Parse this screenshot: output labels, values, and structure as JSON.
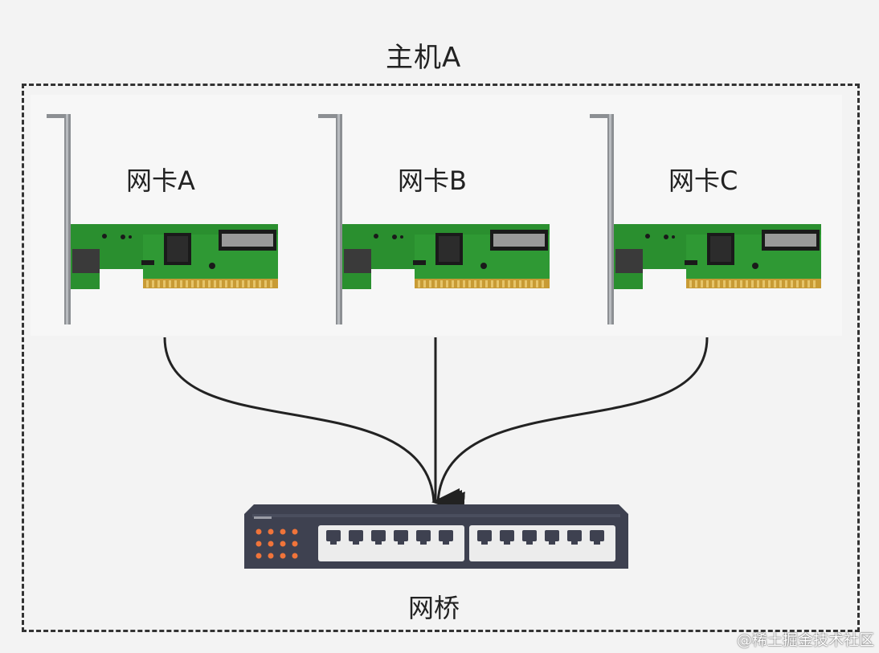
{
  "host": {
    "title": "主机A"
  },
  "nics": [
    {
      "label": "网卡A"
    },
    {
      "label": "网卡B"
    },
    {
      "label": "网卡C"
    }
  ],
  "bridge": {
    "label": "网桥"
  },
  "watermark": "@稀土掘金技术社区",
  "colors": {
    "pcb": "#2a8f2f",
    "pcb_dark": "#1f6b22",
    "bracket": "#8c8f93",
    "gold": "#d8b04a",
    "switch_body": "#3e4150",
    "switch_panel": "#ececec",
    "switch_led": "#f0743a",
    "arrow": "#222222"
  }
}
